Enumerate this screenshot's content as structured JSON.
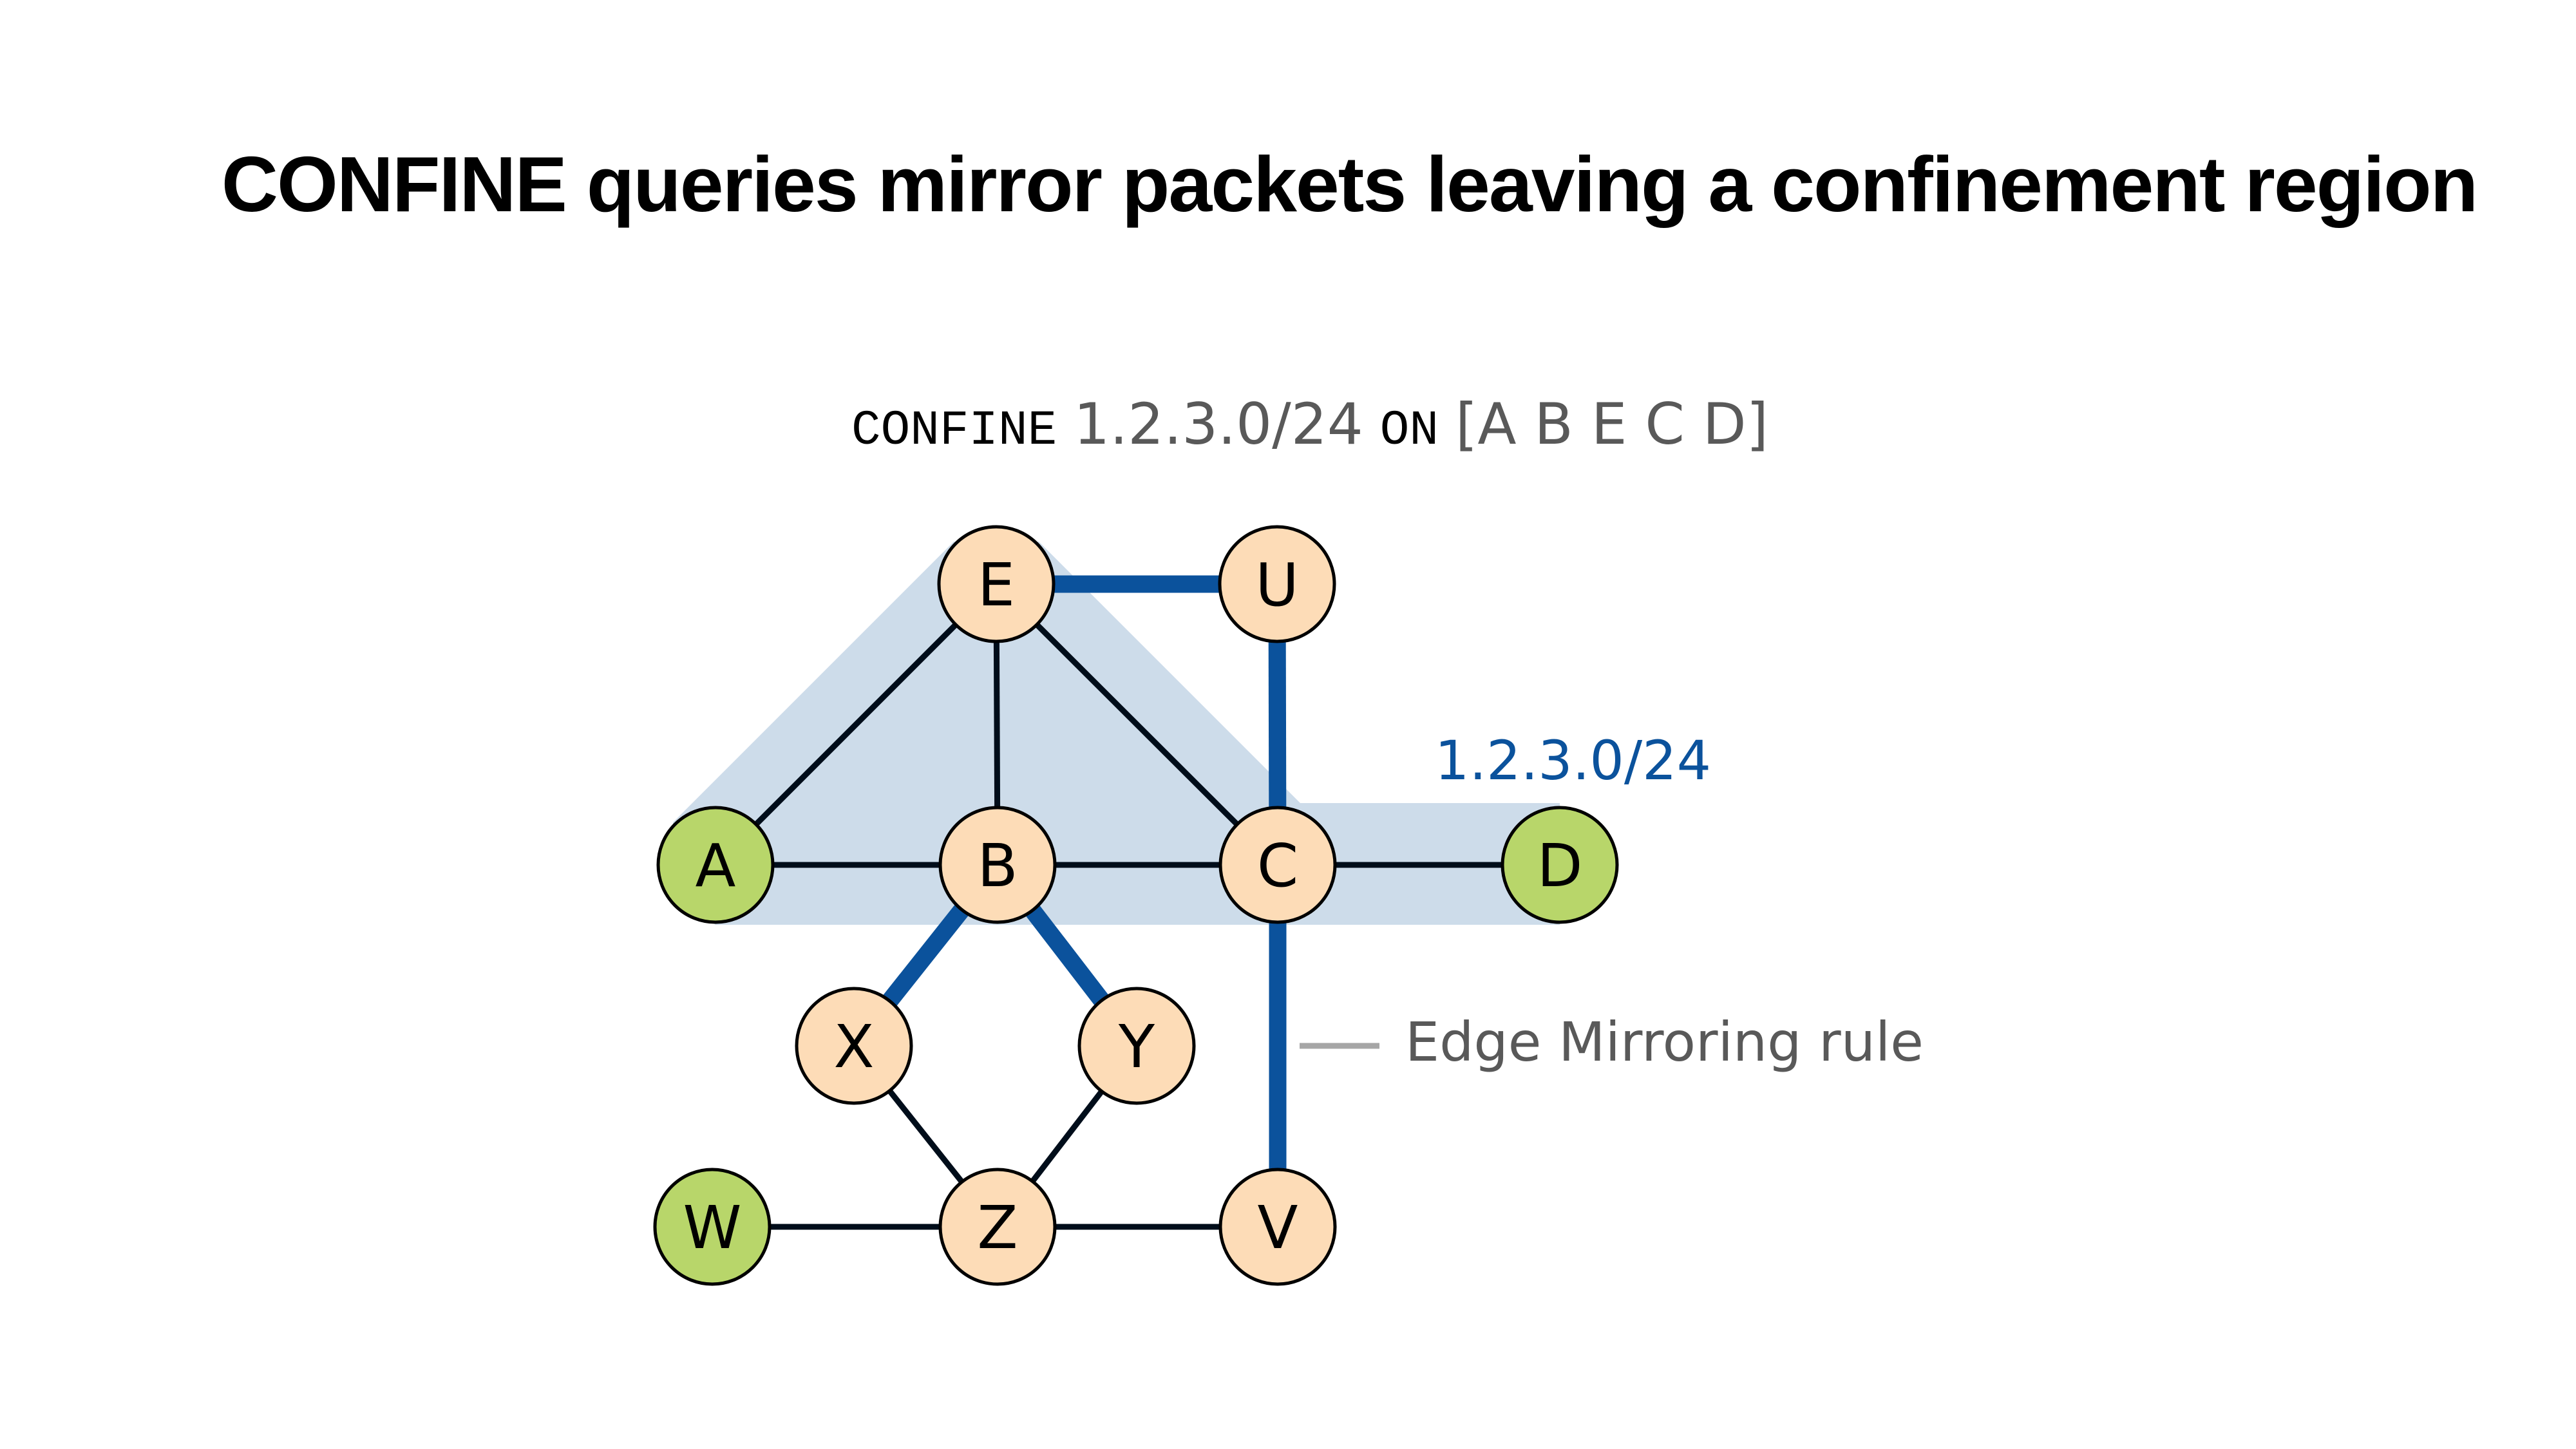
{
  "title": "CONFINE queries mirror packets leaving a confinement region",
  "query": {
    "keyword_confine": "CONFINE",
    "prefix": "1.2.3.0/24",
    "keyword_on": "ON",
    "region": "[A B E C D]"
  },
  "prefix_label": "1.2.3.0/24",
  "legend": {
    "label": "Edge Mirroring rule",
    "line_color": "#a6a6a6"
  },
  "colors": {
    "region_fill": "#cddcea",
    "node_fill": "#fddcb7",
    "endpoint_fill": "#b8d66a",
    "mirror_edge": "#0b529c",
    "plain_edge": "#000d1a",
    "node_stroke": "#000000"
  },
  "confinement_region": [
    "A",
    "B",
    "E",
    "C",
    "D"
  ],
  "nodes": [
    {
      "id": "A",
      "label": "A",
      "type": "endpoint"
    },
    {
      "id": "B",
      "label": "B",
      "type": "switch"
    },
    {
      "id": "C",
      "label": "C",
      "type": "switch"
    },
    {
      "id": "D",
      "label": "D",
      "type": "endpoint"
    },
    {
      "id": "E",
      "label": "E",
      "type": "switch"
    },
    {
      "id": "U",
      "label": "U",
      "type": "switch"
    },
    {
      "id": "X",
      "label": "X",
      "type": "switch"
    },
    {
      "id": "Y",
      "label": "Y",
      "type": "switch"
    },
    {
      "id": "W",
      "label": "W",
      "type": "endpoint"
    },
    {
      "id": "Z",
      "label": "Z",
      "type": "switch"
    },
    {
      "id": "V",
      "label": "V",
      "type": "switch"
    }
  ],
  "edges": [
    {
      "from": "A",
      "to": "E",
      "mirrored": false
    },
    {
      "from": "E",
      "to": "B",
      "mirrored": false
    },
    {
      "from": "E",
      "to": "C",
      "mirrored": false
    },
    {
      "from": "A",
      "to": "B",
      "mirrored": false
    },
    {
      "from": "B",
      "to": "C",
      "mirrored": false
    },
    {
      "from": "C",
      "to": "D",
      "mirrored": false
    },
    {
      "from": "E",
      "to": "U",
      "mirrored": true
    },
    {
      "from": "U",
      "to": "C",
      "mirrored": true
    },
    {
      "from": "B",
      "to": "X",
      "mirrored": true
    },
    {
      "from": "B",
      "to": "Y",
      "mirrored": true
    },
    {
      "from": "C",
      "to": "V",
      "mirrored": true
    },
    {
      "from": "X",
      "to": "Z",
      "mirrored": false
    },
    {
      "from": "Y",
      "to": "Z",
      "mirrored": false
    },
    {
      "from": "W",
      "to": "Z",
      "mirrored": false
    },
    {
      "from": "Z",
      "to": "V",
      "mirrored": false
    }
  ]
}
